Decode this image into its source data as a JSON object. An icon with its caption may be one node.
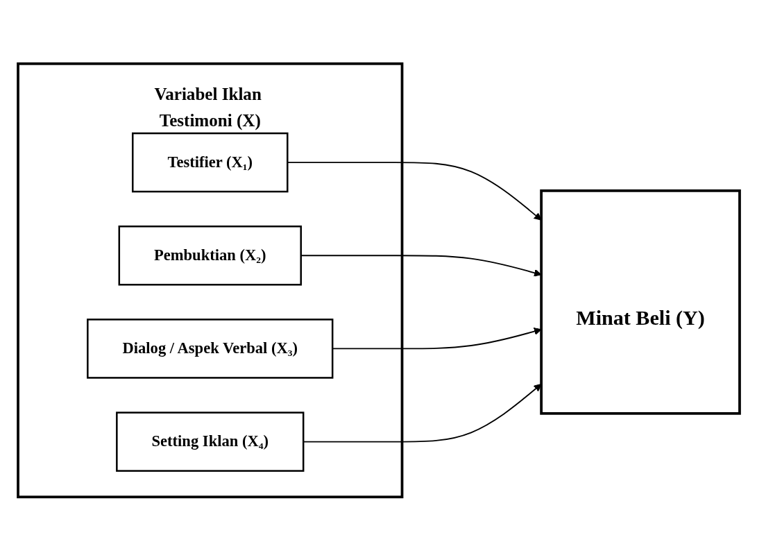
{
  "diagram": {
    "nodes": [
      {
        "text": [
          "Variabel Iklan Testimoni (X)"
        ]
      },
      {
        "text": [
          "Testifier (X₁)"
        ],
        "in": 0
      },
      {
        "text": [
          "Pembuktian (X₂)"
        ],
        "in": 0
      },
      {
        "text": [
          "Dialog / Aspek Verbal (X₃)"
        ],
        "in": 0
      },
      {
        "text": [
          "Setting Iklan (X₄)"
        ],
        "in": 0
      },
      {
        "text": [
          "Minat  Beli (Y)"
        ]
      }
    ],
    "edges": [
      {
        "from": 1,
        "to": 5,
        "arrow": "to"
      },
      {
        "from": 2,
        "to": 5,
        "arrow": "to"
      },
      {
        "from": 3,
        "to": 5,
        "arrow": "to"
      },
      {
        "from": 4,
        "to": 5,
        "arrow": "to"
      }
    ]
  }
}
